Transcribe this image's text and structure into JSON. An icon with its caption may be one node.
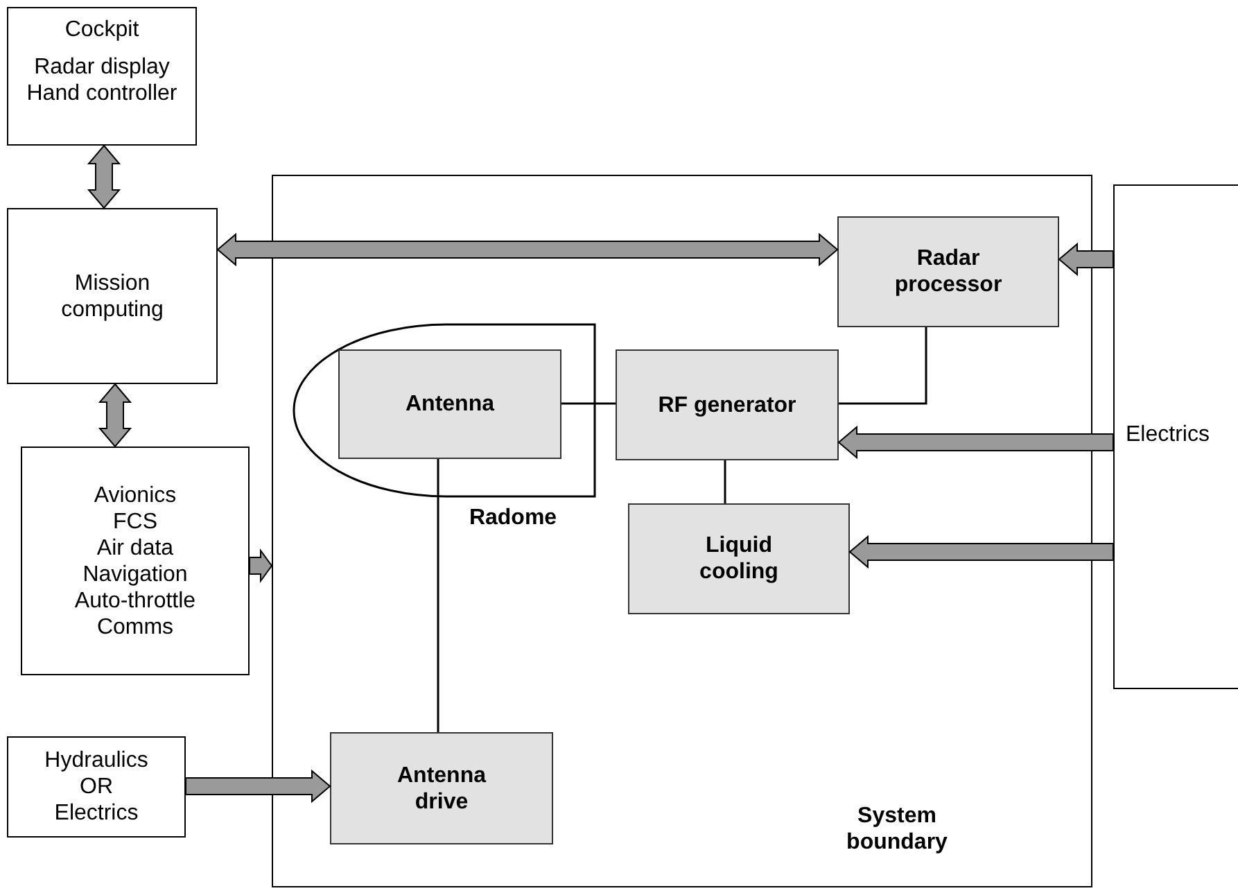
{
  "diagram": {
    "nodes": [
      {
        "text": [
          "Cockpit",
          "Radar display Hand controller"
        ]
      },
      {
        "text": [
          "Mission computing"
        ]
      },
      {
        "text": [
          "Avionics",
          "FCS",
          "Air data",
          "Navigation",
          "Auto-throttle",
          "Comms"
        ]
      },
      {
        "text": [
          "Hydraulics OR Electrics"
        ]
      },
      {
        "text": [
          "System boundary"
        ]
      },
      {
        "text": [
          "Radar processor"
        ],
        "in": 4
      },
      {
        "text": [
          "Radome"
        ],
        "in": 4
      },
      {
        "text": [
          "Antenna"
        ],
        "in": 6
      },
      {
        "text": [
          "RF generator"
        ],
        "in": 4
      },
      {
        "text": [
          "Liquid cooling"
        ],
        "in": 4
      },
      {
        "text": [
          "Antenna drive"
        ],
        "in": 4
      },
      {
        "text": [
          "Electrics"
        ]
      }
    ],
    "edges": [
      {
        "from": 0,
        "to": 1,
        "arrow": "both",
        "style": "thick"
      },
      {
        "from": 1,
        "to": 5,
        "arrow": "both",
        "style": "thick"
      },
      {
        "from": 1,
        "to": 2,
        "arrow": "both",
        "style": "thick"
      },
      {
        "from": 2,
        "to": 4,
        "arrow": "to",
        "style": "thick"
      },
      {
        "from": 3,
        "to": 10,
        "arrow": "to",
        "style": "thick"
      },
      {
        "from": 11,
        "to": 5,
        "arrow": "to",
        "style": "thick"
      },
      {
        "from": 11,
        "to": 8,
        "arrow": "to",
        "style": "thick"
      },
      {
        "from": 11,
        "to": 9,
        "arrow": "to",
        "style": "thick"
      },
      {
        "from": 7,
        "to": 8,
        "arrow": "none"
      },
      {
        "from": 5,
        "to": 8,
        "arrow": "none"
      },
      {
        "from": 7,
        "to": 10,
        "arrow": "none"
      },
      {
        "from": 8,
        "to": 9,
        "arrow": "none"
      }
    ]
  }
}
